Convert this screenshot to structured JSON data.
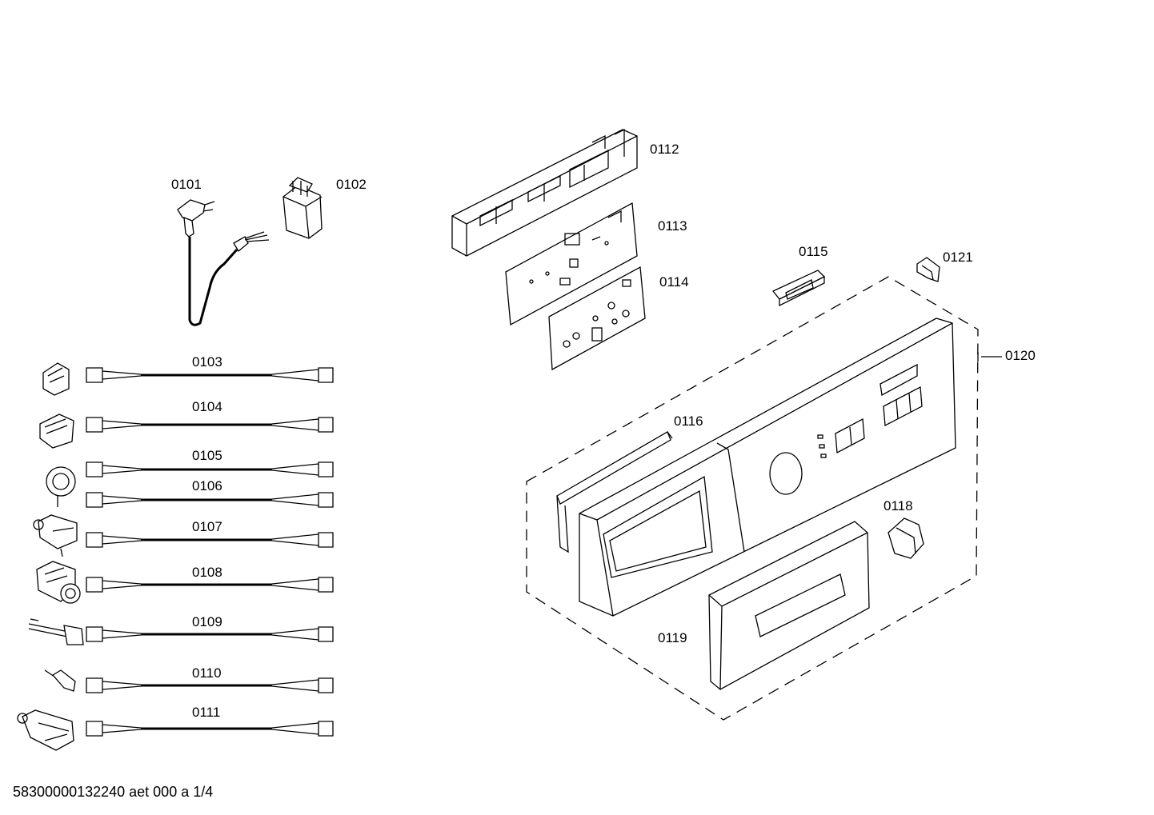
{
  "labels": {
    "p0101": "0101",
    "p0102": "0102",
    "p0103": "0103",
    "p0104": "0104",
    "p0105": "0105",
    "p0106": "0106",
    "p0107": "0107",
    "p0108": "0108",
    "p0109": "0109",
    "p0110": "0110",
    "p0111": "0111",
    "p0112": "0112",
    "p0113": "0113",
    "p0114": "0114",
    "p0115": "0115",
    "p0116": "0116",
    "p0118": "0118",
    "p0119": "0119",
    "p0120": "0120",
    "p0121": "0121"
  },
  "footer": "58300000132240 aet 000 a 1/4"
}
